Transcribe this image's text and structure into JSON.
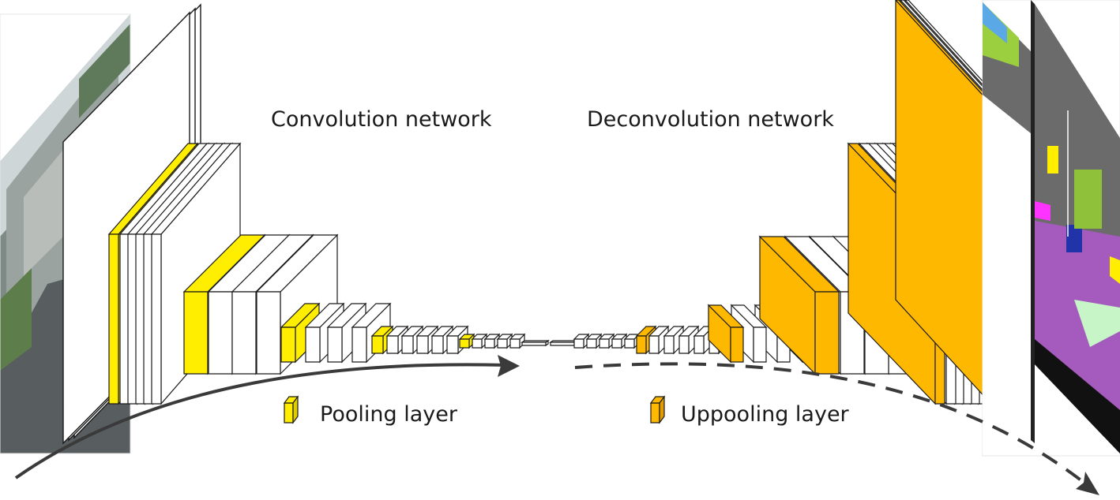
{
  "labels": {
    "conv_title": "Convolution network",
    "deconv_title": "Deconvolution network",
    "pool_legend": "Pooling layer",
    "unpool_legend": "Uppooling layer"
  },
  "colors": {
    "pooling": "#ffee00",
    "unpooling": "#ffb800",
    "layer_fill": "#ffffff",
    "stroke": "#1a1a1a",
    "arrow": "#3a3a3a"
  },
  "images": {
    "input": "street-scene-photo",
    "output": "semantic-segmentation-map"
  }
}
